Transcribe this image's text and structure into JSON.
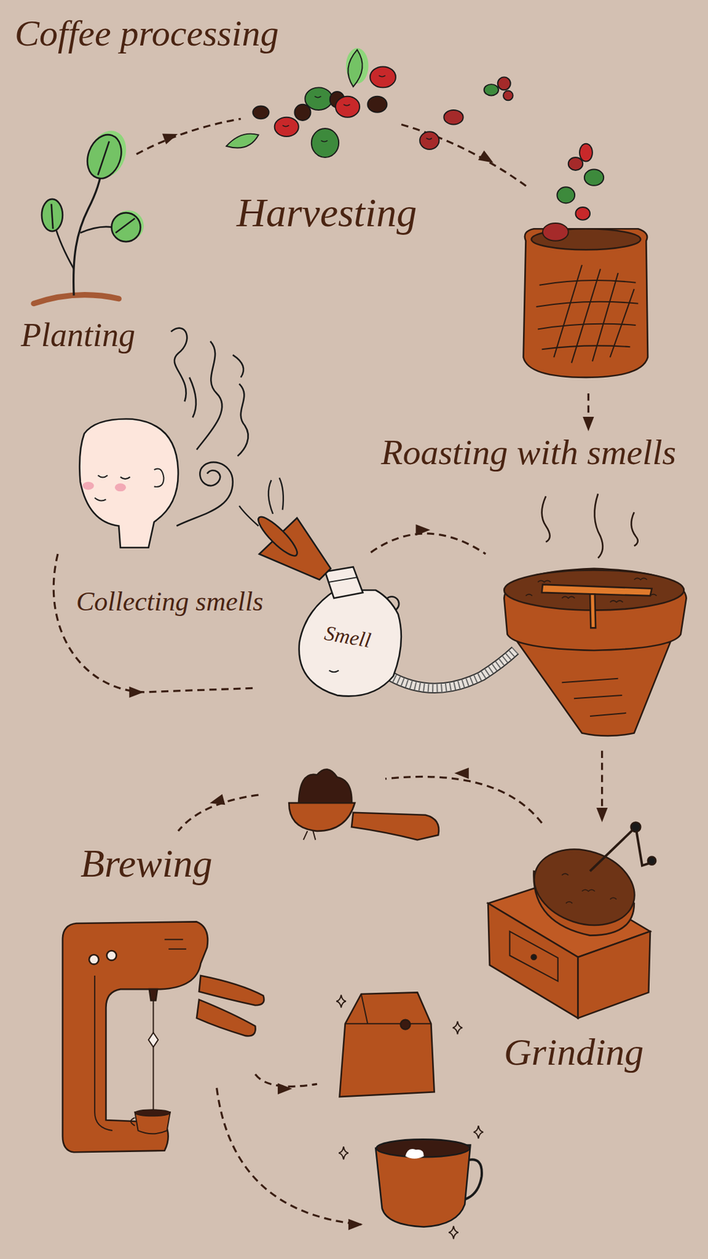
{
  "diagram": {
    "title": "Coffee processing",
    "labels": [
      "Harvesting",
      "Planting",
      "Roasting with smells",
      "Collecting smells",
      "Smell",
      "Brewing",
      "Grinding"
    ]
  }
}
